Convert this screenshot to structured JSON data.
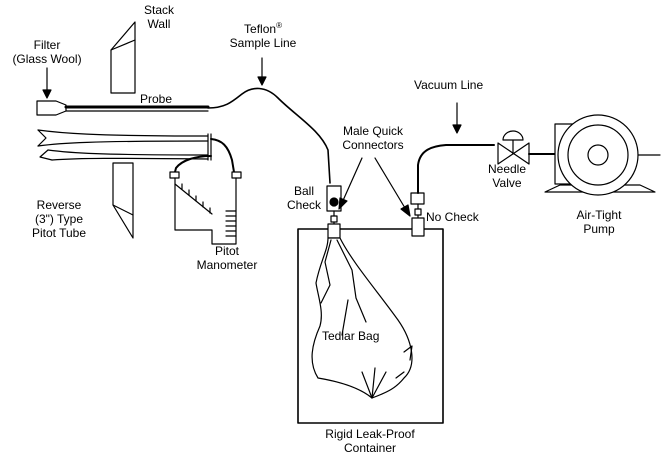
{
  "colors": {
    "ink": "#000000",
    "background": "#ffffff"
  },
  "labels": {
    "stack_wall_line1": "Stack",
    "stack_wall_line2": "Wall",
    "filter_line1": "Filter",
    "filter_line2": "(Glass Wool)",
    "teflon_word": "Teflon",
    "teflon_mark": "®",
    "sample_line": "Sample Line",
    "vacuum_line": "Vacuum Line",
    "probe": "Probe",
    "male_quick_line1": "Male Quick",
    "male_quick_line2": "Connectors",
    "needle_line1": "Needle",
    "needle_line2": "Valve",
    "airtight_line1": "Air-Tight",
    "airtight_line2": "Pump",
    "ball_line1": "Ball",
    "ball_line2": "Check",
    "no_check": "No Check",
    "reverse_line1": "Reverse",
    "reverse_line2": "(3\") Type",
    "reverse_line3": "Pitot Tube",
    "pitot_line1": "Pitot",
    "pitot_line2": "Manometer",
    "tedlar_bag": "Tedlar Bag",
    "container_line1": "Rigid Leak-Proof",
    "container_line2": "Container"
  }
}
